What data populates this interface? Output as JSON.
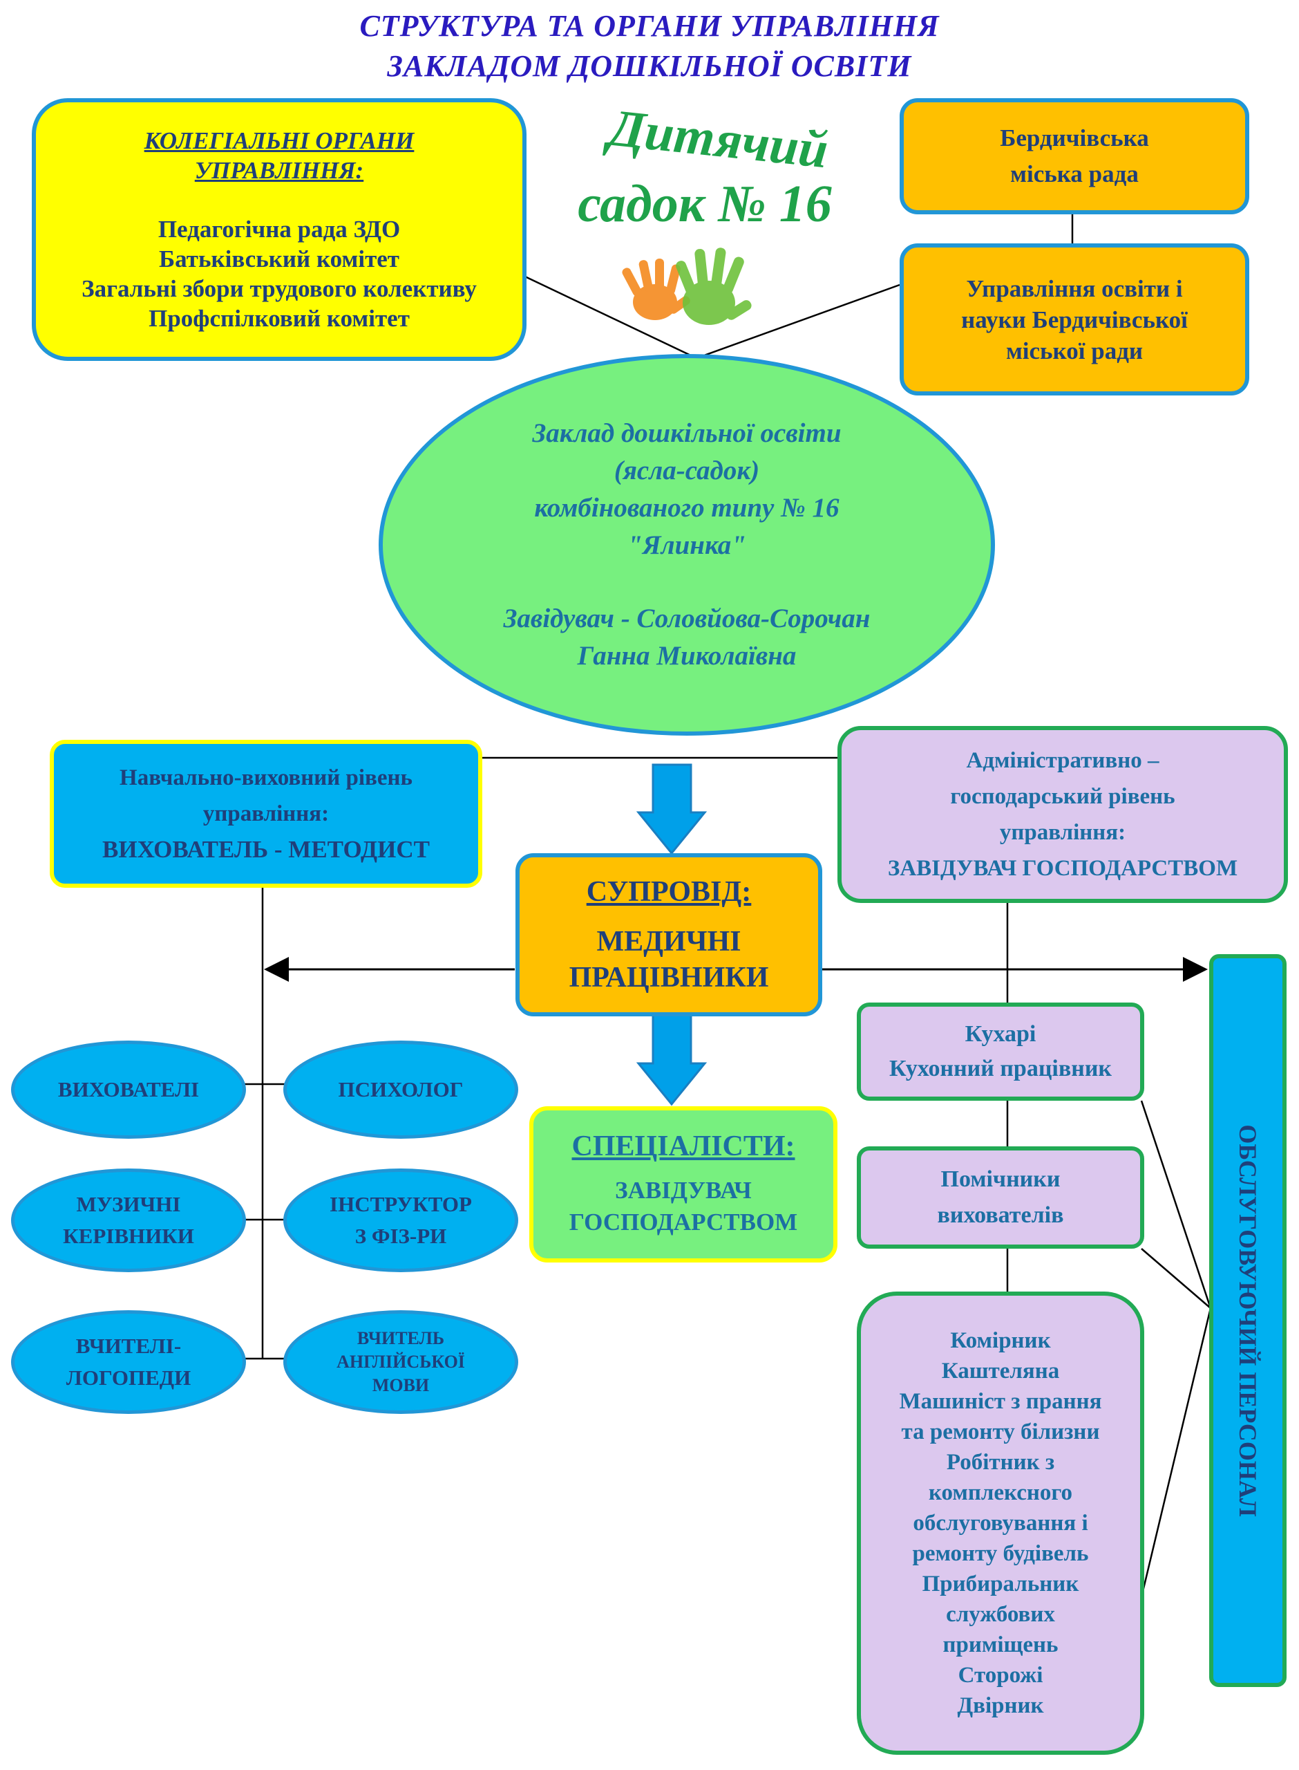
{
  "title": {
    "line1": "СТРУКТУРА ТА ОРГАНИ УПРАВЛІННЯ",
    "line2": "ЗАКЛАДОМ ДОШКІЛЬНОЇ ОСВІТИ"
  },
  "logo": {
    "line1": "Дитячий",
    "line2": "садок № 16",
    "icon": "handprints-icon"
  },
  "collegial": {
    "heading1": "КОЛЕГІАЛЬНІ ОРГАНИ",
    "heading2": "УПРАВЛІННЯ:",
    "items": [
      "Педагогічна рада ЗДО",
      "Батьківський комітет",
      "Загальні збори трудового колективу",
      "Профспілковий комітет"
    ]
  },
  "city_council": {
    "line1": "Бердичівська",
    "line2": "міська рада"
  },
  "education_dept": {
    "line1": "Управління освіти і",
    "line2": "науки Бердичівської",
    "line3": "міської ради"
  },
  "institution": {
    "lines": [
      "Заклад дошкільної освіти",
      "(ясла-садок)",
      "комбінованого типу № 16",
      "\"Ялинка\""
    ],
    "head_line1": "Завідувач - Соловйова-Сорочан",
    "head_line2": "Ганна Миколаївна"
  },
  "educational_level": {
    "line1": "Навчально-виховний рівень",
    "line2": "управління:",
    "line3": "ВИХОВАТЕЛЬ - МЕТОДИСТ"
  },
  "admin_level": {
    "line1": "Адміністративно –",
    "line2": "господарський рівень",
    "line3": "управління:",
    "line4": "ЗАВІДУВАЧ ГОСПОДАРСТВОМ"
  },
  "support": {
    "heading": "СУПРОВІД:",
    "line1": "МЕДИЧНІ",
    "line2": "ПРАЦІВНИКИ"
  },
  "specialists": {
    "heading": "СПЕЦІАЛІСТИ:",
    "line1": "ЗАВІДУВАЧ",
    "line2": "ГОСПОДАРСТВОМ"
  },
  "staff_ovals": {
    "educators": "ВИХОВАТЕЛІ",
    "psychologist": "ПСИХОЛОГ",
    "music_line1": "МУЗИЧНІ",
    "music_line2": "КЕРІВНИКИ",
    "pe_line1": "ІНСТРУКТОР",
    "pe_line2": "З ФІЗ-РИ",
    "speech_line1": "ВЧИТЕЛІ-",
    "speech_line2": "ЛОГОПЕДИ",
    "english_line1": "ВЧИТЕЛЬ",
    "english_line2": "АНГЛІЙСЬКОЇ",
    "english_line3": "МОВИ"
  },
  "cooks": {
    "line1": "Кухарі",
    "line2": "Кухонний працівник"
  },
  "assistants": {
    "line1": "Помічники",
    "line2": "вихователів"
  },
  "service_list": [
    "Комірник",
    "Каштеляна",
    "Машиніст з прання",
    "та ремонту білизни",
    "Робітник з",
    "комплексного",
    "обслуговування і",
    "ремонту будівель",
    "Прибиральник",
    "службових",
    "приміщень",
    "Сторожі",
    "Двірник"
  ],
  "service_staff": "ОБСЛУГОВУЮЧИЙ ПЕРСОНАЛ",
  "colors": {
    "yellow": "#ffff00",
    "orange": "#ffc000",
    "green": "#77f07f",
    "blue": "#00b0f0",
    "lavender": "#dcc8ee",
    "border_blue": "#2196d6",
    "border_green": "#22aa55",
    "title": "#2a1bbf"
  }
}
